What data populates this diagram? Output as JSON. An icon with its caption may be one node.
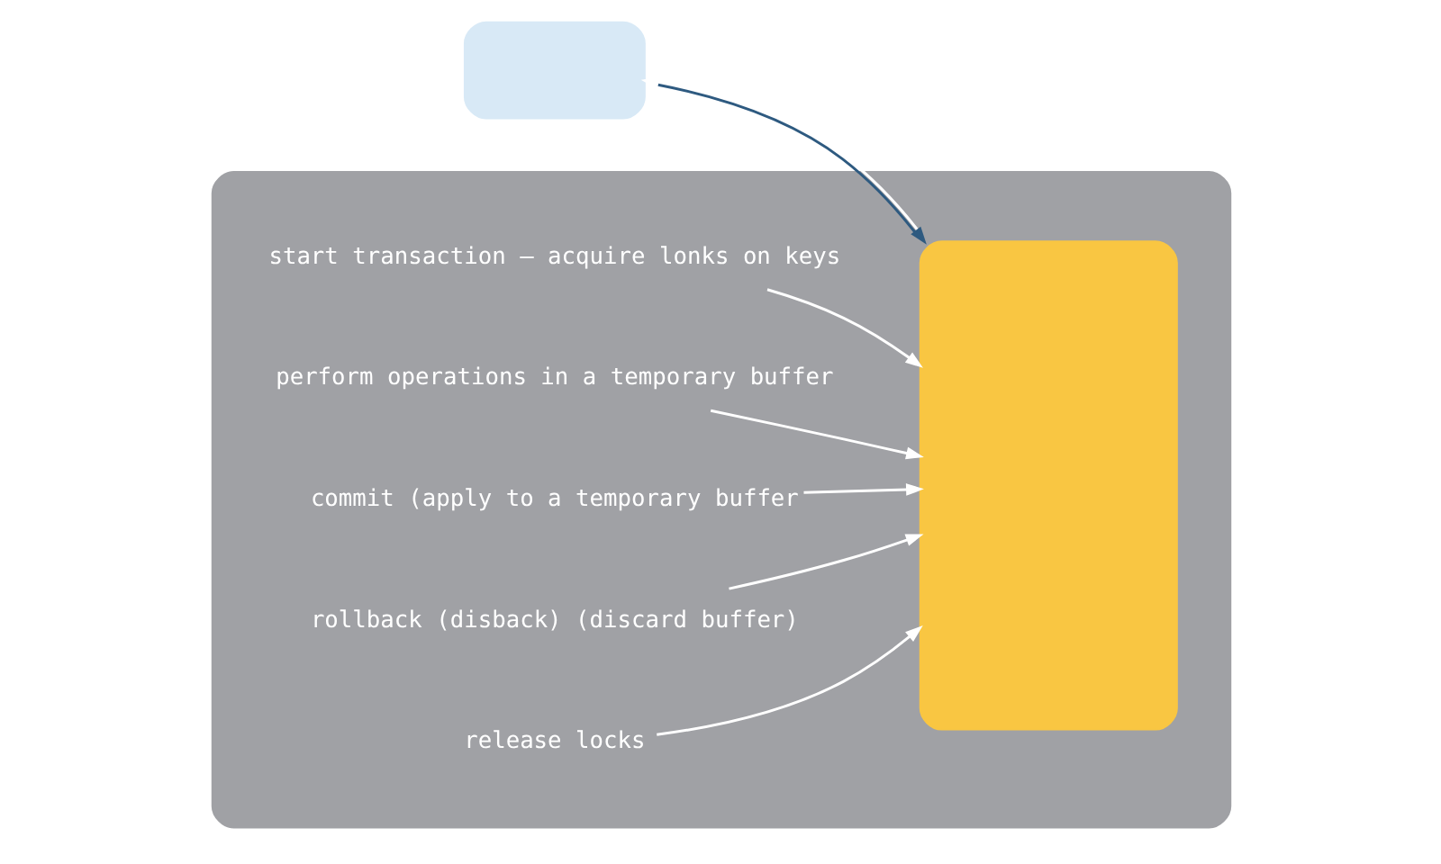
{
  "diagram": {
    "nodes": [
      {
        "text": [],
        "shape": "box"
      },
      {
        "text": [],
        "shape": "box"
      },
      {
        "text": [
          "start transaction — acquire lonks on keys"
        ],
        "in": 1
      },
      {
        "text": [
          "perform operations in a temporary buffer"
        ],
        "in": 1
      },
      {
        "text": [
          "commit (apply to a temporary buffer"
        ],
        "in": 1
      },
      {
        "text": [
          "rollback (disback) (discard buffer)"
        ],
        "in": 1
      },
      {
        "text": [
          "release locks"
        ],
        "in": 1
      },
      {
        "text": [],
        "shape": "box",
        "in": 1
      }
    ],
    "edges": [
      {
        "from": 2,
        "to": 7,
        "arrow": "to"
      },
      {
        "from": 3,
        "to": 7,
        "arrow": "to"
      },
      {
        "from": 4,
        "to": 7,
        "arrow": "to"
      },
      {
        "from": 0,
        "to": 7,
        "arrow": "both"
      },
      {
        "from": 5,
        "to": 7,
        "arrow": "to"
      },
      {
        "from": 6,
        "to": 7,
        "arrow": "to"
      }
    ]
  }
}
